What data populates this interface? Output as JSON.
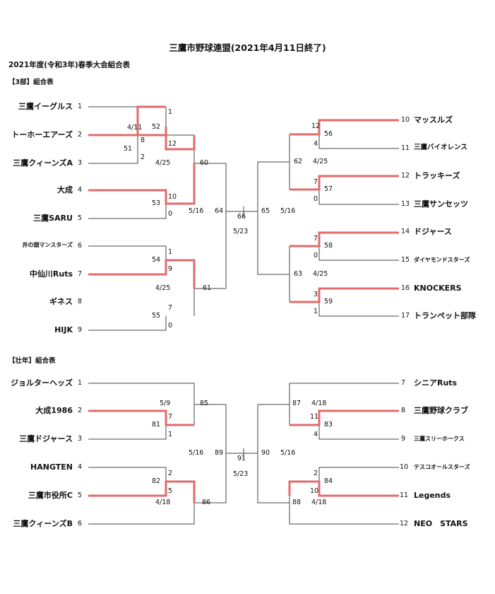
{
  "title": "三鷹市野球連盟(2021年4月11日終了)",
  "subtitle": "2021年度(令和3年)春季大会組合表",
  "colors": {
    "win": "#e06b6b",
    "line": "#444444"
  },
  "div3": {
    "heading": "【3部】組合表",
    "left": [
      {
        "name": "三鷹イーグルス",
        "no": "1"
      },
      {
        "name": "トーホーエアーズ",
        "no": "2"
      },
      {
        "name": "三鷹クィーンズA",
        "no": "3"
      },
      {
        "name": "大成",
        "no": "4"
      },
      {
        "name": "三鷹SARU",
        "no": "5"
      },
      {
        "name": "井の頭マンスターズ",
        "no": "6"
      },
      {
        "name": "中仙川Ruts",
        "no": "7"
      },
      {
        "name": "ギネス",
        "no": "8"
      },
      {
        "name": "HIJK",
        "no": "9"
      }
    ],
    "right": [
      {
        "no": "10",
        "name": "マッスルズ"
      },
      {
        "no": "11",
        "name": "三鷹バイオレンス"
      },
      {
        "no": "12",
        "name": "トラッキーズ"
      },
      {
        "no": "13",
        "name": "三鷹サンセッツ"
      },
      {
        "no": "14",
        "name": "ドジャース"
      },
      {
        "no": "15",
        "name": "ダイヤモンドスターズ"
      },
      {
        "no": "16",
        "name": "KNOCKERS"
      },
      {
        "no": "17",
        "name": "トランペット部隊"
      }
    ],
    "labels": {
      "d411": "4/11",
      "g51": "51",
      "s8": "8",
      "s2": "2",
      "g52": "52",
      "s1": "1",
      "s12": "12",
      "d425a": "4/25",
      "g60": "60",
      "s10": "10",
      "g53": "53",
      "s0a": "0",
      "d516a": "5/16",
      "g64": "64",
      "g66": "66",
      "d523": "5/23",
      "g65": "65",
      "d516b": "5/16",
      "g54": "54",
      "s1b": "1",
      "s9": "9",
      "d425b": "4/25",
      "g61": "61",
      "g55": "55",
      "s7": "7",
      "s0b": "0",
      "rs12": "12",
      "g56": "56",
      "rs4": "4",
      "g62": "62",
      "d425c": "4/25",
      "rs7": "7",
      "g57": "57",
      "rs0": "0",
      "rs7b": "7",
      "g58": "58",
      "rs0b": "0",
      "g63": "63",
      "d425d": "4/25",
      "rs3": "3",
      "g59": "59",
      "rs1": "1"
    }
  },
  "senior": {
    "heading": "【壮年】組合表",
    "left": [
      {
        "name": "ジョルターヘッズ",
        "no": "1"
      },
      {
        "name": "大成1986",
        "no": "2"
      },
      {
        "name": "三鷹ドジャース",
        "no": "3"
      },
      {
        "name": "HANGTEN",
        "no": "4"
      },
      {
        "name": "三鷹市役所C",
        "no": "5"
      },
      {
        "name": "三鷹クィーンズB",
        "no": "6"
      }
    ],
    "right": [
      {
        "no": "7",
        "name": "シニアRuts"
      },
      {
        "no": "8",
        "name": "三鷹野球クラブ"
      },
      {
        "no": "9",
        "name": "三鷹スリーホークス"
      },
      {
        "no": "10",
        "name": "テスコオールスターズ"
      },
      {
        "no": "11",
        "name": "Legends"
      },
      {
        "no": "12",
        "name": "NEO　STARS"
      }
    ],
    "labels": {
      "d59": "5/9",
      "g85": "85",
      "s7": "7",
      "g81": "81",
      "s1": "1",
      "d516a": "5/16",
      "g89": "89",
      "g91": "91",
      "d523": "5/23",
      "g90": "90",
      "d516b": "5/16",
      "s2": "2",
      "g82": "82",
      "s5": "5",
      "d418a": "4/18",
      "g86": "86",
      "g87": "87",
      "d418b": "4/18",
      "s11": "11",
      "g83": "83",
      "s4": "4",
      "rs2": "2",
      "g84": "84",
      "rs10": "10",
      "g88": "88",
      "d418c": "4/18"
    }
  }
}
